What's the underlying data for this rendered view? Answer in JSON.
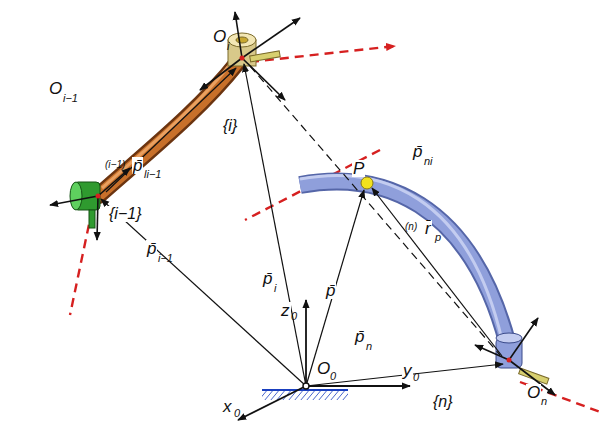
{
  "diagram": {
    "labels": [
      "O",
      "i−1",
      "O",
      "i",
      "{i−1}",
      "{i}",
      "(i−1)",
      "p̄",
      "li−1",
      "p̄",
      "ni",
      "P",
      "(n)",
      "r̄",
      "p",
      "p̄",
      "i−1",
      "p̄",
      "i",
      "z",
      "0",
      "p̄",
      "p̄",
      "n",
      "O",
      "0",
      "y",
      "0",
      "x",
      "0",
      "{n}",
      "O",
      "n"
    ]
  }
}
